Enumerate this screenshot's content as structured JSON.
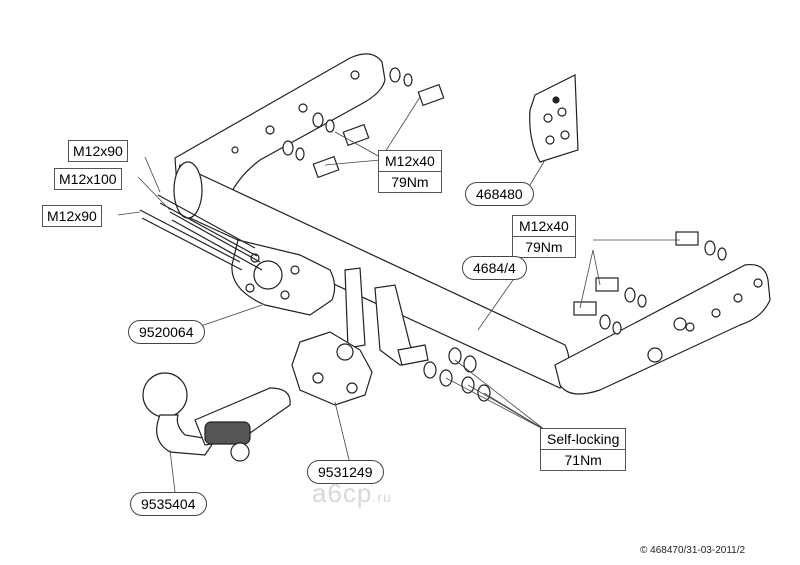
{
  "labels": {
    "bolt_m12x90_top": "M12x90",
    "bolt_m12x100": "M12x100",
    "bolt_m12x90_bottom": "M12x90",
    "bolt_left_size": "M12x40",
    "bolt_left_torque": "79Nm",
    "bolt_right_size": "M12x40",
    "bolt_right_torque": "79Nm",
    "self_locking": "Self-locking",
    "self_locking_torque": "71Nm"
  },
  "parts": {
    "bracket_kit": "468480",
    "crossbar": "4684/4",
    "side_plate": "9520064",
    "socket_holder": "9531249",
    "towball": "9535404"
  },
  "watermark": {
    "text": "a6cp",
    "suffix": ".ru"
  },
  "copyright": "© 468470/31-03-2011/2"
}
